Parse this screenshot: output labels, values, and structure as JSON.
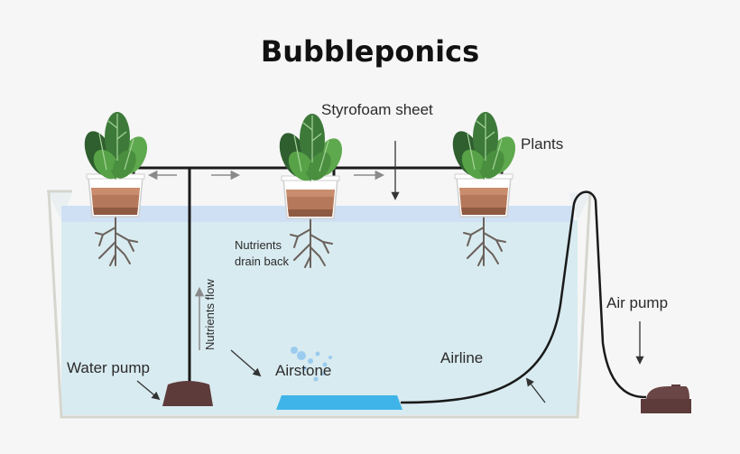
{
  "title": "Bubbleponics",
  "labels": {
    "styrofoam": "Styrofoam sheet",
    "plants": "Plants",
    "nutrients_drain_1": "Nutrients",
    "nutrients_drain_2": "drain back",
    "nutrients_flow": "Nutrients flow",
    "air_pump": "Air pump",
    "water_pump": "Water pump",
    "airstone": "Airstone",
    "airline": "Airline"
  },
  "colors": {
    "water": "#d8ebf0",
    "styrofoam": "#cfe0f4",
    "pump": "#5d3b3b",
    "airstone": "#3fb4e8",
    "leaf_dark": "#2f6b34",
    "leaf_light": "#5ea84d",
    "soil": "#a56a4c"
  }
}
